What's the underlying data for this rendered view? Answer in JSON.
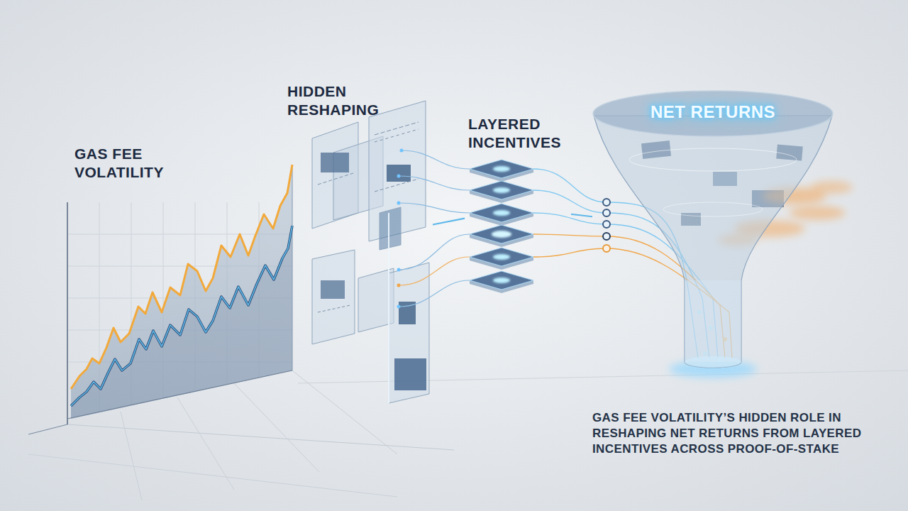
{
  "diagram": {
    "caption": "GAS FEE VOLATILITY’S HIDDEN ROLE IN RESHAPING NET RETURNS FROM LAYERED INCENTIVES ACROSS PROOF-OF-STAKE",
    "nodes": [
      {
        "text": [
          "GAS FEE VOLATILITY"
        ]
      },
      {
        "text": [
          "HIDDEN RESHAPING"
        ]
      },
      {
        "text": [
          "LAYERED INCENTIVES"
        ]
      },
      {
        "text": [
          "NET RETURNS"
        ]
      }
    ],
    "edges": [
      {
        "from": 1,
        "to": 2,
        "arrow": "none"
      },
      {
        "from": 2,
        "to": 3,
        "arrow": "none"
      }
    ]
  }
}
